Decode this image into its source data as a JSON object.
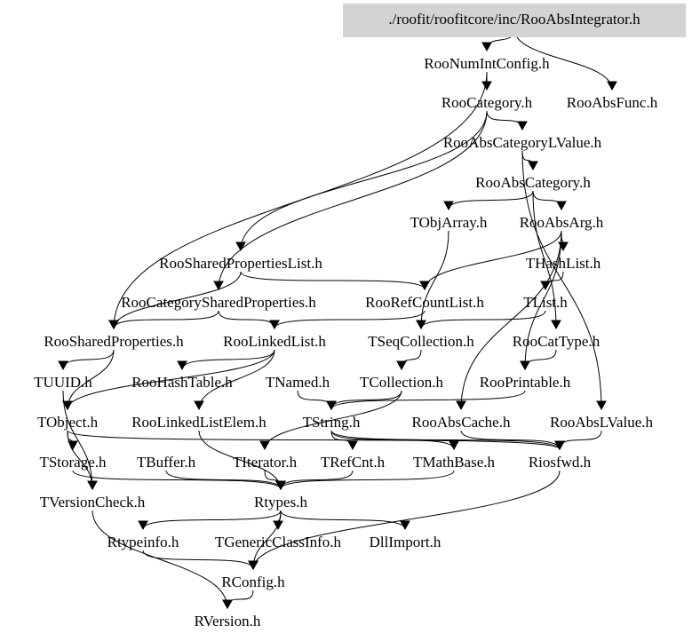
{
  "diagram": {
    "type": "include-dependency-graph",
    "root": "./roofit/roofitcore/inc/RooAbsIntegrator.h",
    "colors": {
      "root_fill": "#d3d3d3",
      "text": "#000000",
      "edge": "#000000",
      "background": "#ffffff"
    },
    "nodes": [
      {
        "id": "root",
        "label": "./roofit/roofitcore/inc/RooAbsIntegrator.h",
        "is_root": true
      },
      {
        "id": "RooNumIntConfig",
        "label": "RooNumIntConfig.h"
      },
      {
        "id": "RooCategory",
        "label": "RooCategory.h"
      },
      {
        "id": "RooAbsFunc",
        "label": "RooAbsFunc.h"
      },
      {
        "id": "RooAbsCategoryLValue",
        "label": "RooAbsCategoryLValue.h"
      },
      {
        "id": "RooAbsCategory",
        "label": "RooAbsCategory.h"
      },
      {
        "id": "TObjArray",
        "label": "TObjArray.h"
      },
      {
        "id": "RooAbsArg",
        "label": "RooAbsArg.h"
      },
      {
        "id": "RooSharedPropertiesList",
        "label": "RooSharedPropertiesList.h"
      },
      {
        "id": "THashList",
        "label": "THashList.h"
      },
      {
        "id": "RooCategorySharedProperties",
        "label": "RooCategorySharedProperties.h"
      },
      {
        "id": "RooRefCountList",
        "label": "RooRefCountList.h"
      },
      {
        "id": "TList",
        "label": "TList.h"
      },
      {
        "id": "RooSharedProperties",
        "label": "RooSharedProperties.h"
      },
      {
        "id": "RooLinkedList",
        "label": "RooLinkedList.h"
      },
      {
        "id": "TSeqCollection",
        "label": "TSeqCollection.h"
      },
      {
        "id": "RooCatType",
        "label": "RooCatType.h"
      },
      {
        "id": "TUUID",
        "label": "TUUID.h"
      },
      {
        "id": "RooHashTable",
        "label": "RooHashTable.h"
      },
      {
        "id": "TNamed",
        "label": "TNamed.h"
      },
      {
        "id": "TCollection",
        "label": "TCollection.h"
      },
      {
        "id": "RooPrintable",
        "label": "RooPrintable.h"
      },
      {
        "id": "TObject",
        "label": "TObject.h"
      },
      {
        "id": "RooLinkedListElem",
        "label": "RooLinkedListElem.h"
      },
      {
        "id": "TString",
        "label": "TString.h"
      },
      {
        "id": "RooAbsCache",
        "label": "RooAbsCache.h"
      },
      {
        "id": "RooAbsLValue",
        "label": "RooAbsLValue.h"
      },
      {
        "id": "TStorage",
        "label": "TStorage.h"
      },
      {
        "id": "TBuffer",
        "label": "TBuffer.h"
      },
      {
        "id": "TIterator",
        "label": "TIterator.h"
      },
      {
        "id": "TRefCnt",
        "label": "TRefCnt.h"
      },
      {
        "id": "TMathBase",
        "label": "TMathBase.h"
      },
      {
        "id": "Riosfwd",
        "label": "Riosfwd.h"
      },
      {
        "id": "TVersionCheck",
        "label": "TVersionCheck.h"
      },
      {
        "id": "Rtypes",
        "label": "Rtypes.h"
      },
      {
        "id": "Rtypeinfo",
        "label": "Rtypeinfo.h"
      },
      {
        "id": "TGenericClassInfo",
        "label": "TGenericClassInfo.h"
      },
      {
        "id": "DllImport",
        "label": "DllImport.h"
      },
      {
        "id": "RConfig",
        "label": "RConfig.h"
      },
      {
        "id": "RVersion",
        "label": "RVersion.h"
      }
    ],
    "edges": [
      [
        "root",
        "RooNumIntConfig"
      ],
      [
        "root",
        "RooAbsFunc"
      ],
      [
        "RooNumIntConfig",
        "RooCategory"
      ],
      [
        "RooNumIntConfig",
        "RooSharedProperties"
      ],
      [
        "RooCategory",
        "RooAbsCategoryLValue"
      ],
      [
        "RooCategory",
        "RooSharedPropertiesList"
      ],
      [
        "RooCategory",
        "RooCategorySharedProperties"
      ],
      [
        "RooAbsCategoryLValue",
        "RooAbsCategory"
      ],
      [
        "RooAbsCategoryLValue",
        "RooAbsLValue"
      ],
      [
        "RooAbsCategory",
        "TObjArray"
      ],
      [
        "RooAbsCategory",
        "RooAbsArg"
      ],
      [
        "RooAbsCategory",
        "RooCatType"
      ],
      [
        "RooAbsArg",
        "THashList"
      ],
      [
        "RooAbsArg",
        "RooRefCountList"
      ],
      [
        "RooAbsArg",
        "RooPrintable"
      ],
      [
        "RooAbsArg",
        "RooAbsCache"
      ],
      [
        "RooSharedPropertiesList",
        "RooRefCountList"
      ],
      [
        "RooSharedPropertiesList",
        "RooSharedProperties"
      ],
      [
        "THashList",
        "TList"
      ],
      [
        "RooCategorySharedProperties",
        "RooSharedProperties"
      ],
      [
        "RooCategorySharedProperties",
        "RooLinkedList"
      ],
      [
        "RooRefCountList",
        "RooLinkedList"
      ],
      [
        "TList",
        "TSeqCollection"
      ],
      [
        "TObjArray",
        "TSeqCollection"
      ],
      [
        "RooSharedProperties",
        "TUUID"
      ],
      [
        "RooSharedProperties",
        "TObject"
      ],
      [
        "RooLinkedList",
        "RooHashTable"
      ],
      [
        "RooLinkedList",
        "TObject"
      ],
      [
        "RooLinkedList",
        "RooLinkedListElem"
      ],
      [
        "TSeqCollection",
        "TCollection"
      ],
      [
        "RooCatType",
        "RooPrintable"
      ],
      [
        "TCollection",
        "TString"
      ],
      [
        "TCollection",
        "TIterator"
      ],
      [
        "TNamed",
        "TString"
      ],
      [
        "RooPrintable",
        "TString"
      ],
      [
        "TUUID",
        "TVersionCheck"
      ],
      [
        "TObject",
        "TStorage"
      ],
      [
        "TObject",
        "TVersionCheck"
      ],
      [
        "TObject",
        "Riosfwd"
      ],
      [
        "RooLinkedListElem",
        "Rtypes"
      ],
      [
        "TString",
        "TRefCnt"
      ],
      [
        "TString",
        "TMathBase"
      ],
      [
        "TString",
        "Riosfwd"
      ],
      [
        "RooAbsCache",
        "Riosfwd"
      ],
      [
        "RooAbsLValue",
        "Riosfwd"
      ],
      [
        "TStorage",
        "Rtypes"
      ],
      [
        "TBuffer",
        "Rtypes"
      ],
      [
        "TIterator",
        "Rtypes"
      ],
      [
        "TRefCnt",
        "Rtypes"
      ],
      [
        "TMathBase",
        "Rtypes"
      ],
      [
        "Riosfwd",
        "RConfig"
      ],
      [
        "TVersionCheck",
        "RVersion"
      ],
      [
        "Rtypes",
        "Rtypeinfo"
      ],
      [
        "Rtypes",
        "TGenericClassInfo"
      ],
      [
        "Rtypes",
        "DllImport"
      ],
      [
        "Rtypes",
        "RConfig"
      ],
      [
        "Rtypeinfo",
        "RConfig"
      ],
      [
        "RConfig",
        "RVersion"
      ]
    ]
  }
}
